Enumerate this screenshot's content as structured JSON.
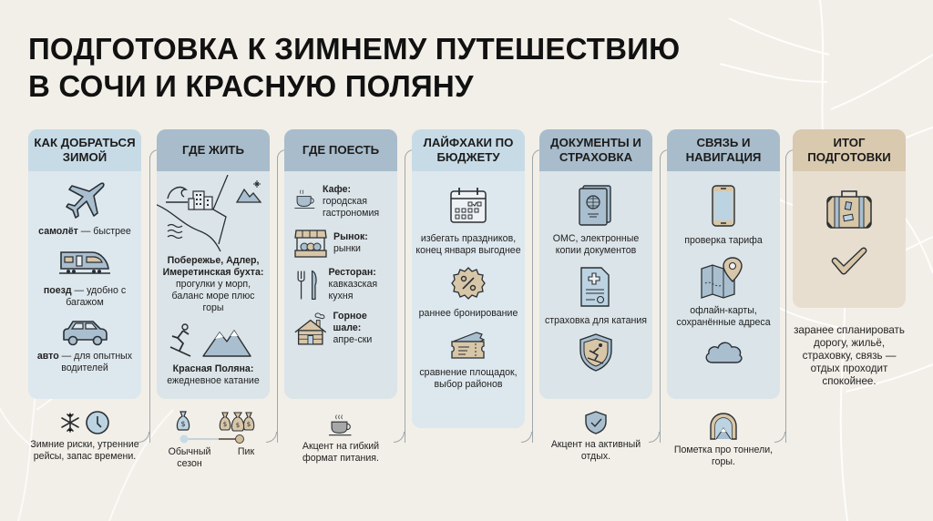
{
  "title": {
    "line1": "ПОДГОТОВКА К ЗИМНЕМУ ПУТЕШЕСТВИЮ",
    "line2": "В СОЧИ И КРАСНУЮ ПОЛЯНУ"
  },
  "colors": {
    "background": "#f2efe8",
    "header_light": "#c7dbe7",
    "header_dark": "#a8bccb",
    "header_beige": "#d9c9ae",
    "icon_blue": "#a9bfcf",
    "icon_beige": "#d8c6a8"
  },
  "cards": [
    {
      "header": "КАК ДОБРАТЬСЯ ЗИМОЙ",
      "items": [
        {
          "icon": "airplane-icon",
          "bold": "самолёт",
          "text": " — быстрее"
        },
        {
          "icon": "train-icon",
          "bold": "поезд",
          "text": " — удобно с багажом"
        },
        {
          "icon": "car-icon",
          "bold": "авто",
          "text": " — для опытных водителей"
        }
      ],
      "footer": {
        "icons": [
          "snowflake-icon",
          "clock-icon"
        ],
        "text": "Зимние риски, утренние рейсы, запас времени."
      }
    },
    {
      "header": "ГДЕ ЖИТЬ",
      "items": [
        {
          "icon": "coast-map-icon",
          "bold": "Побережье, Адлер, Имеретинская бухта:",
          "text": "прогулки у морп, баланс море плюс горы"
        },
        {
          "icon": "ski-mountains-icon",
          "bold": "Красная Поляна:",
          "text": "ежедневное катание"
        }
      ],
      "footer": {
        "icons": [
          "money-bag-icon",
          "money-bags-icon"
        ],
        "left_label": "Обычный сезон",
        "right_label": "Пик"
      }
    },
    {
      "header": "ГДЕ ПОЕСТЬ",
      "items": [
        {
          "icon": "coffee-cup-icon",
          "bold": "Кафе:",
          "text": "городская гастрономия"
        },
        {
          "icon": "market-stall-icon",
          "bold": "Рынок:",
          "text": "рынки"
        },
        {
          "icon": "fork-knife-icon",
          "bold": "Ресторан:",
          "text": "кавказская кухня"
        },
        {
          "icon": "chalet-icon",
          "bold": "Горное шале:",
          "text": "апре-ски"
        }
      ],
      "footer": {
        "icons": [
          "coffee-cup-icon"
        ],
        "text": "Акцент на гибкий формат питания."
      }
    },
    {
      "header": "ЛАЙФХАКИ ПО БЮДЖЕТУ",
      "items": [
        {
          "icon": "calendar-icon",
          "text": "избегать праздников, конец января выгоднее"
        },
        {
          "icon": "discount-badge-icon",
          "text": "раннее бронирование"
        },
        {
          "icon": "ticket-icon",
          "text": "сравнение площадок, выбор районов"
        }
      ]
    },
    {
      "header": "ДОКУМЕНТЫ И СТРАХОВКА",
      "items": [
        {
          "icon": "passport-icon",
          "text": "ОМС, электронные копии документов"
        },
        {
          "icon": "insurance-doc-icon",
          "text": "страховка для катания"
        },
        {
          "icon": "ski-shield-icon",
          "text": ""
        }
      ],
      "footer": {
        "icons": [
          "shield-check-icon"
        ],
        "text": "Акцент на активный отдых."
      }
    },
    {
      "header": "СВЯЗЬ И НАВИГАЦИЯ",
      "items": [
        {
          "icon": "smartphone-icon",
          "text": "проверка тарифа"
        },
        {
          "icon": "map-pin-icon",
          "text": "офлайн-карты, сохранённые адреса"
        },
        {
          "icon": "cloud-icon",
          "text": ""
        }
      ],
      "footer": {
        "icons": [
          "tunnel-icon"
        ],
        "text": "Пометка про тоннели, горы."
      }
    },
    {
      "header": "ИТОГ ПОДГОТОВКИ",
      "items": [
        {
          "icon": "suitcase-icon",
          "text": ""
        },
        {
          "icon": "checkmark-icon",
          "text": ""
        }
      ],
      "footer": {
        "text": "заранее спланировать дорогу, жильё, страховку, связь — отдых проходит спокойнее."
      }
    }
  ]
}
